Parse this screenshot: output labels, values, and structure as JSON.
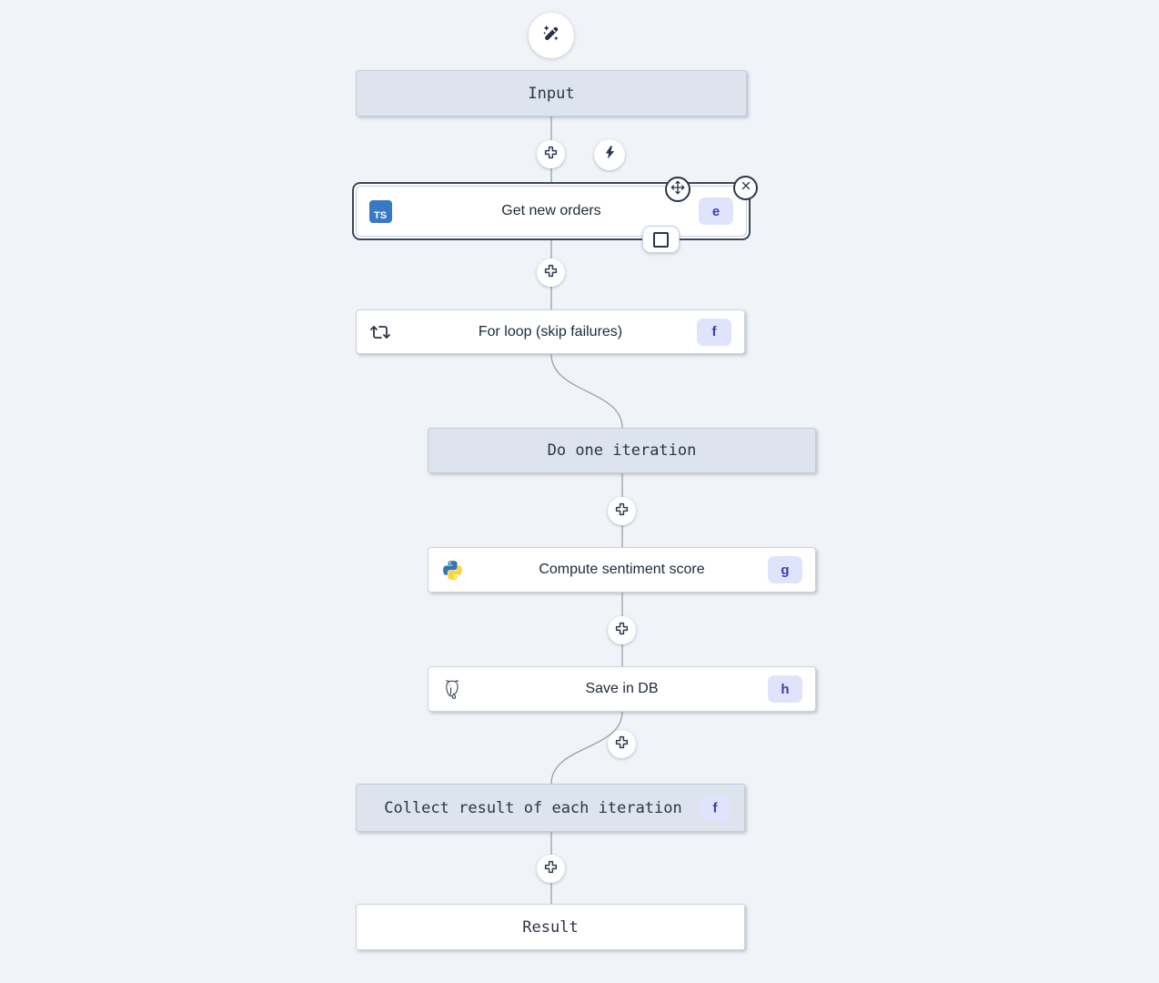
{
  "canvas": {
    "background": "#f0f3f7",
    "edge_color": "#9aa0aa"
  },
  "colors": {
    "badge_bg": "#dfe3fc",
    "badge_text": "#3f3caa",
    "selected_outline": "#3d4859",
    "virtual_node_fill": "#dde4ee",
    "node_fill": "#ffffff",
    "typescript_blue": "#3879c4",
    "python_blue": "#3776ab",
    "python_yellow": "#ffd43b",
    "icon_dark": "#2c3547"
  },
  "icons": {
    "top": "magic-wand-sparkles-icon",
    "trigger": "lightning-bolt-icon",
    "add": "plus-icon",
    "move": "arrows-move-icon",
    "close": "close-x-icon",
    "frame_toggle": "square-outline-icon",
    "loop": "repeat-arrows-icon",
    "typescript": "typescript-logo-icon",
    "python": "python-logo-icon",
    "postgresql": "postgresql-elephant-icon"
  },
  "nodes": {
    "input": {
      "label": "Input",
      "type": "virtual"
    },
    "get_new_orders": {
      "label": "Get new orders",
      "badge": "e",
      "language": "typescript",
      "logo_text": "TS",
      "selected": true
    },
    "for_loop": {
      "label": "For loop (skip failures)",
      "badge": "f",
      "icon": "repeat"
    },
    "do_one_iteration": {
      "label": "Do one iteration",
      "type": "virtual"
    },
    "compute_sentiment_score": {
      "label": "Compute sentiment score",
      "badge": "g",
      "language": "python"
    },
    "save_in_db": {
      "label": "Save in DB",
      "badge": "h",
      "language": "postgresql"
    },
    "collect_result": {
      "label": "Collect result of each iteration",
      "badge": "f",
      "type": "virtual"
    },
    "result": {
      "label": "Result",
      "type": "virtual"
    }
  }
}
